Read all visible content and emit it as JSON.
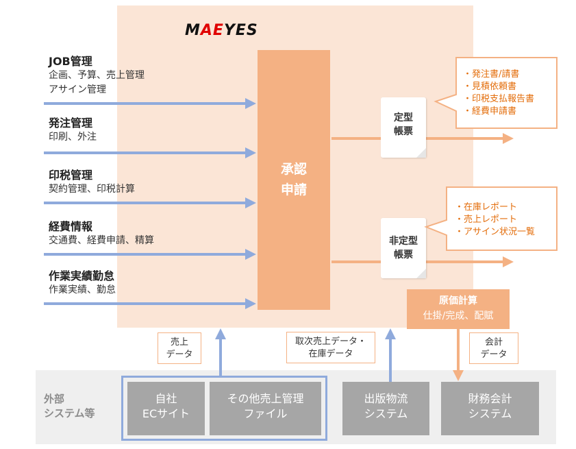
{
  "logo": {
    "text_pre": "M",
    "text_mark": "AE",
    "text_post": "YES"
  },
  "categories": [
    {
      "title": "JOB管理",
      "desc": [
        "企画、予算、売上管理",
        "アサイン管理"
      ]
    },
    {
      "title": "発注管理",
      "desc": [
        "印刷、外注"
      ]
    },
    {
      "title": "印税管理",
      "desc": [
        "契約管理、印税計算"
      ]
    },
    {
      "title": "経費情報",
      "desc": [
        "交通費、経費申請、精算"
      ]
    },
    {
      "title": "作業実績勤怠",
      "desc": [
        "作業実績、勤怠"
      ]
    }
  ],
  "approval": {
    "line1": "承認",
    "line2": "申請"
  },
  "fixed_forms": {
    "label_line1": "定型",
    "label_line2": "帳票",
    "items": [
      "・発注書/請書",
      "・見積依頼書",
      "・印税支払報告書",
      "・経費申請書"
    ]
  },
  "nonfixed_forms": {
    "label_line1": "非定型",
    "label_line2": "帳票",
    "items": [
      "・在庫レポート",
      "・売上レポート",
      "・アサイン状況一覧"
    ]
  },
  "cost_calc": {
    "title": "原価計算",
    "sub": "仕掛/完成、配賦"
  },
  "data_labels": {
    "sales": [
      "売上",
      "データ"
    ],
    "agency": [
      "取次売上データ・",
      "在庫データ"
    ],
    "accounting": [
      "会計",
      "データ"
    ]
  },
  "external": {
    "label": [
      "外部",
      "システム等"
    ],
    "systems": {
      "ec": [
        "自社",
        "ECサイト"
      ],
      "other_sales": [
        "その他売上管理",
        "ファイル"
      ],
      "logistics": [
        "出版物流",
        "システム"
      ],
      "accounting": [
        "財務会計",
        "システム"
      ]
    }
  },
  "colors": {
    "blue_arrow": "#8faadc",
    "orange_arrow": "#f4b183",
    "orange_text": "#e36c09"
  }
}
